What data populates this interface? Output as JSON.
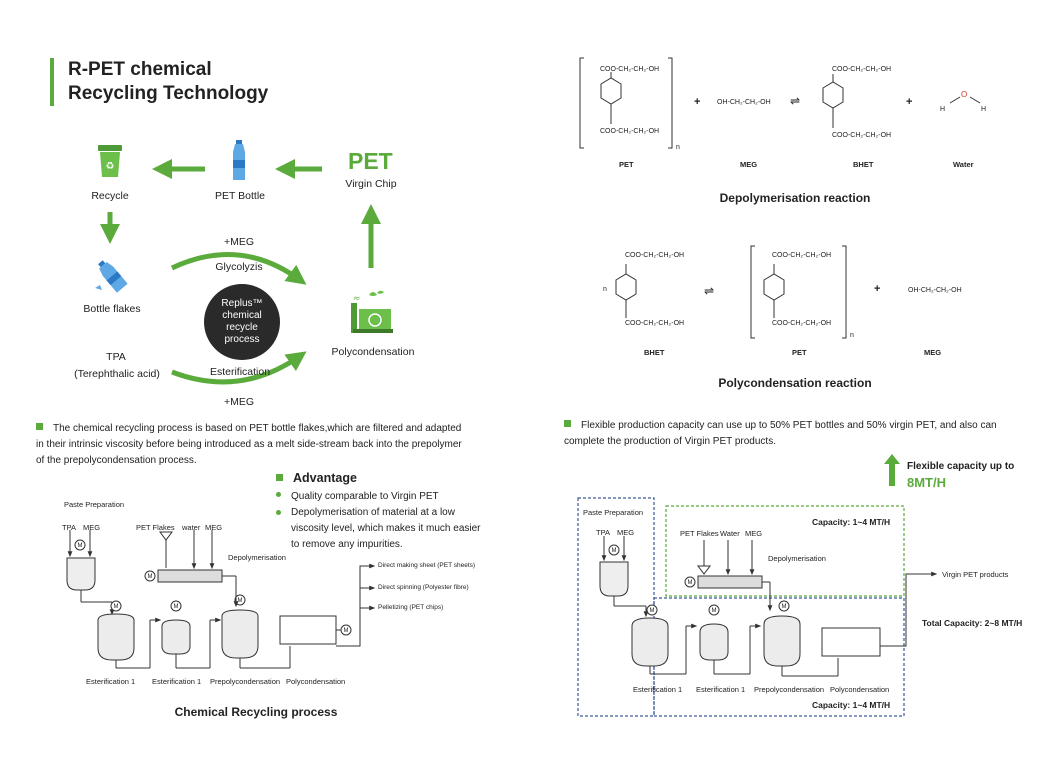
{
  "title": {
    "line1": "R-PET chemical",
    "line2": "Recycling Technology"
  },
  "cycle": {
    "recycle": "Recycle",
    "pet_bottle": "PET Bottle",
    "pet_big": "PET",
    "virgin_chip": "Virgin Chip",
    "bottle_flakes": "Bottle flakes",
    "meg_top": "+MEG",
    "glycolyzis": "Glycolyzis",
    "replus": "Replus™ chemical recycle process",
    "polycondensation": "Polycondensation",
    "tpa": "TPA",
    "tpa_full": "(Terephthalic acid)",
    "esterification": "Esterification",
    "meg_bottom": "+MEG"
  },
  "left_para": "The chemical recycling process is based on PET bottle flakes,which are filtered and adapted in their intrinsic viscosity before being introduced as a melt side-stream back into the prepolymer of the prepolycondensation process.",
  "advantage": {
    "title": "Advantage",
    "items": [
      "Quality comparable to Virgin PET",
      "Depolymerisation of material at a low viscosity level, which makes it much easier to remove any impurities."
    ]
  },
  "process_left": {
    "paste": "Paste Preparation",
    "tpa": "TPA",
    "meg": "MEG",
    "pet_flakes": "PET Flakes",
    "water": "water",
    "meg2": "MEG",
    "depoly": "Depolymerisation",
    "out1": "Direct making sheet (PET sheets)",
    "out2": "Direct spinning (Polyester fibre)",
    "out3": "Pelletizing (PET chips)",
    "est1": "Esterification 1",
    "est2": "Esterification 1",
    "prepoly": "Prepolycondensation",
    "poly": "Polycondensation",
    "motor": "M",
    "caption": "Chemical Recycling process"
  },
  "reaction1": {
    "pet_top": "COO-CH₂-CH₂-OH",
    "pet_bot": "COO-CH₂-CH₂-OH",
    "n": "n",
    "meg_formula": "OH-CH₂-CH₂-OH",
    "bhet_top": "COO-CH₂-CH₂-OH",
    "bhet_bot": "COO-CH₂-CH₂-OH",
    "water_o": "O",
    "water_h": "H",
    "plus": "+",
    "eq": "⇌",
    "labels": [
      "PET",
      "MEG",
      "BHET",
      "Water"
    ],
    "title": "Depolymerisation reaction"
  },
  "reaction2": {
    "n": "n",
    "bhet_top": "COO-CH₂-CH₂-OH",
    "bhet_bot": "COO-CH₂-CH₂-OH",
    "pet_top": "COO-CH₂-CH₂-OH",
    "pet_bot": "COO-CH₂-CH₂-OH",
    "meg_formula": "OH-CH₂-CH₂-OH",
    "plus": "+",
    "eq": "⇌",
    "labels": [
      "BHET",
      "PET",
      "MEG"
    ],
    "title": "Polycondensation reaction"
  },
  "right_para": "Flexible production capacity can use up to 50% PET bottles and 50% virgin PET, and also can complete the production of Virgin PET products.",
  "flex": {
    "line1": "Flexible capacity up to",
    "line2": "8MT/H"
  },
  "process_right": {
    "paste": "Paste Preparation",
    "tpa": "TPA",
    "meg": "MEG",
    "cap_top": "Capacity: 1~4 MT/H",
    "pet_flakes": "PET Flakes",
    "water": "Water",
    "meg2": "MEG",
    "depoly": "Depolymerisation",
    "virgin": "Virgin PET products",
    "total": "Total Capacity: 2~8 MT/H",
    "est1": "Esterification 1",
    "est2": "Esterification 1",
    "prepoly": "Prepolycondensation",
    "poly": "Polycondensation",
    "cap_bottom": "Capacity: 1~4 MT/H",
    "motor": "M"
  },
  "colors": {
    "green": "#5aaa3c",
    "blue_dash": "#3a5a9a",
    "dark": "#2a2a2a"
  }
}
